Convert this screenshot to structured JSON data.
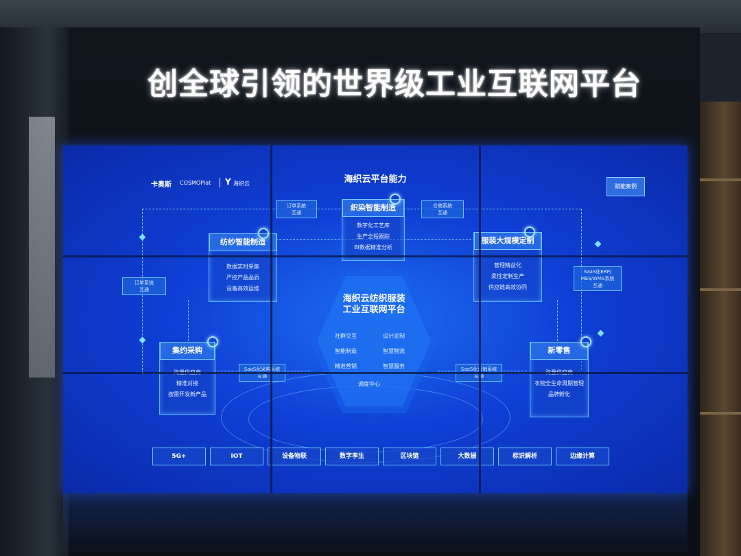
{
  "headline": "创全球引领的世界级工业互联网平台",
  "screen": {
    "title": "海织云平台能力",
    "logos": {
      "kaos": "卡奥斯",
      "cosmo": "COSMOPlat",
      "y": "Y",
      "haizhi": "海织云"
    },
    "case_badge": "赋能案例",
    "hub": {
      "title_line1": "海织云纺织服装",
      "title_line2": "工业互联网平台",
      "items": [
        "社群交互",
        "设计定制",
        "智能制造",
        "智慧物流",
        "精准营销",
        "智慧服务",
        "调度中心"
      ]
    },
    "nodes": {
      "spinning": {
        "title": "纺纱智能制造",
        "lines": [
          "数据实时采集",
          "严控产品品质",
          "设备高效运维"
        ]
      },
      "weaving": {
        "title": "织染智能制造",
        "lines": [
          "数字化工艺库",
          "生产全程跟踪",
          "BI数据精准分析"
        ]
      },
      "garment": {
        "title": "服装大规模定制",
        "lines": [
          "管理精益化",
          "柔性定制生产",
          "供应链高效协同"
        ]
      },
      "procurement": {
        "title": "集约采购",
        "lines": [
          "海量供应商",
          "精准对接",
          "按需开发新产品"
        ]
      },
      "retail": {
        "title": "新零售",
        "lines": [
          "海量供应商",
          "衣物全生命周期管理",
          "品牌孵化"
        ]
      }
    },
    "tags": {
      "order_top_l1": "订单系统",
      "order_top_l2": "互通",
      "warehouse_l1": "仓储系统",
      "warehouse_l2": "互通",
      "order_left_l1": "订单系统",
      "order_left_l2": "互通",
      "saas_right_l1": "SaaS化ERP/",
      "saas_right_l2": "MES/WMS系统",
      "saas_right_l3": "互通",
      "saas_buy_l1": "SaaS化采购系统",
      "saas_buy_l2": "互通",
      "saas_sell_l1": "SaaS化营销系统",
      "saas_sell_l2": "互通"
    },
    "tech_bar": [
      "5G+",
      "IOT",
      "设备物联",
      "数字孪生",
      "区块链",
      "大数据",
      "标识解析",
      "边缘计算"
    ]
  }
}
